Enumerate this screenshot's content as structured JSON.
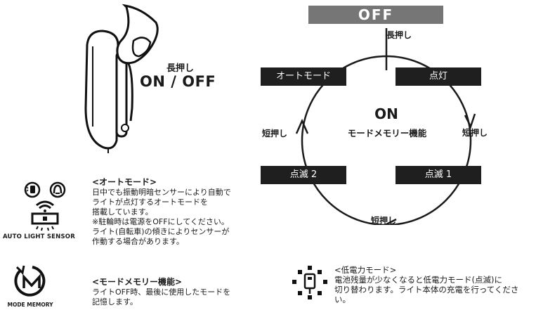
{
  "device": {
    "press_label": "長押し",
    "action_label": "ON / OFF"
  },
  "cycle": {
    "off_label": "OFF",
    "long_press_label": "長押し",
    "modes": {
      "auto": "オートモード",
      "on": "点灯",
      "blink1": "点滅 1",
      "blink2": "点滅 2"
    },
    "short_press_right": "短押し",
    "short_press_left": "短押し",
    "short_press_bottom": "短押し",
    "center_title": "ON",
    "center_subtitle": "モードメモリー機能"
  },
  "auto_mode": {
    "title": "<オートモード>",
    "lines": [
      "日中でも振動明暗センサーにより自動で",
      "ライトが点灯するオートモードを",
      "搭載しています。",
      "※駐輪時は電源をOFFにしてください。",
      "ライト(自転車)の傾きによりセンサーが",
      "作動する場合があります。"
    ],
    "icon_caption": "AUTO LIGHT SENSOR"
  },
  "mode_memory": {
    "title": "<モードメモリー機能>",
    "lines": [
      "ライトOFF時、最後に使用したモードを",
      "記憶します。"
    ],
    "icon_caption": "MODE MEMORY"
  },
  "low_power": {
    "title": "<低電力モード>",
    "lines": [
      "電池残量が少なくなると低電力モード(点滅)に",
      "切り替わります。ライト本体の充電を行ってください。"
    ]
  },
  "colors": {
    "off_banner": "#767676",
    "mode_box": "#1f1f1f",
    "text": "#1a1a1a"
  }
}
